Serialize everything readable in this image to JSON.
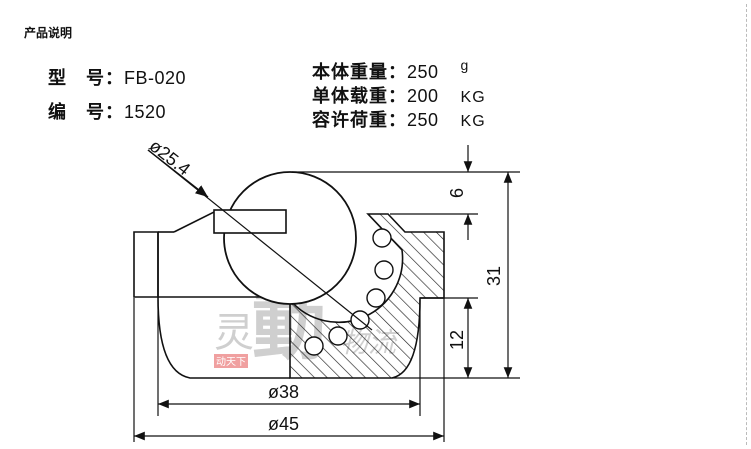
{
  "caption": "产品说明",
  "model": {
    "label": "型　号：",
    "value": "FB-020"
  },
  "code": {
    "label": "编　号：",
    "value": "1520"
  },
  "specs": [
    {
      "label": "本体重量：",
      "value": "250",
      "unit": "g"
    },
    {
      "label": "单体载重：",
      "value": "200",
      "unit": "KG"
    },
    {
      "label": "容许荷重：",
      "value": "250",
      "unit": "KG"
    }
  ],
  "dimensions": {
    "ball_diameter": "ø25.4",
    "inner_diameter": "ø38",
    "outer_diameter": "ø45",
    "top_height": "6",
    "total_height": "31",
    "base_height": "12"
  },
  "watermark": {
    "char1": "灵",
    "char2": "動",
    "tail": "物流",
    "seal": "动天下"
  },
  "colors": {
    "line": "#111111",
    "hatch": "#222222",
    "watermark": "#d8d8d8",
    "seal": "#e88"
  }
}
